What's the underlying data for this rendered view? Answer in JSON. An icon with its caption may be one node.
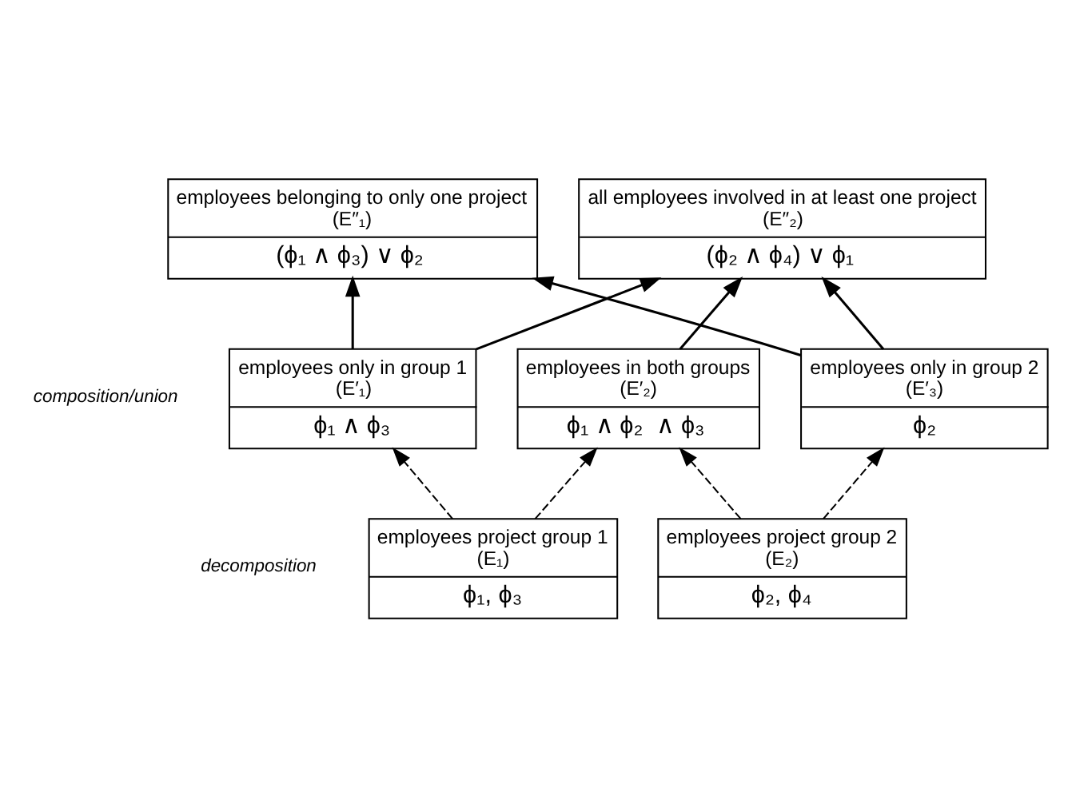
{
  "diagram": {
    "nodes": [
      {
        "text": [
          "employees belonging to only one project",
          "(E″₁)",
          "(ϕ₁ ∧ ϕ₃) ∨ ϕ₂"
        ]
      },
      {
        "text": [
          "all employees involved in at least one project",
          "(E″₂)",
          "(ϕ₂ ∧ ϕ₄) ∨ ϕ₁"
        ]
      },
      {
        "text": [
          "employees only in group 1",
          "(E′₁)",
          "ϕ₁ ∧ ϕ₃"
        ]
      },
      {
        "text": [
          "employees in both groups",
          "(E′₂)",
          "ϕ₁ ∧ ϕ₂  ∧ ϕ₃"
        ]
      },
      {
        "text": [
          "employees only in group 2",
          "(E′₃)",
          "ϕ₂"
        ]
      },
      {
        "text": [
          "employees project group 1",
          "(E₁)",
          "ϕ₁, ϕ₃"
        ]
      },
      {
        "text": [
          "employees project group 2",
          "(E₂)",
          "ϕ₂, ϕ₄"
        ]
      }
    ],
    "edges": [
      {
        "from": 2,
        "to": 0,
        "arrow": "to"
      },
      {
        "from": 2,
        "to": 1,
        "arrow": "to"
      },
      {
        "from": 3,
        "to": 1,
        "arrow": "to"
      },
      {
        "from": 4,
        "to": 0,
        "arrow": "to"
      },
      {
        "from": 4,
        "to": 1,
        "arrow": "to"
      },
      {
        "from": 5,
        "to": 2,
        "arrow": "to",
        "style": "dashed"
      },
      {
        "from": 5,
        "to": 3,
        "arrow": "to",
        "style": "dashed"
      },
      {
        "from": 6,
        "to": 3,
        "arrow": "to",
        "style": "dashed"
      },
      {
        "from": 6,
        "to": 4,
        "arrow": "to",
        "style": "dashed"
      }
    ],
    "labels": [
      "composition/union",
      "decomposition"
    ]
  }
}
